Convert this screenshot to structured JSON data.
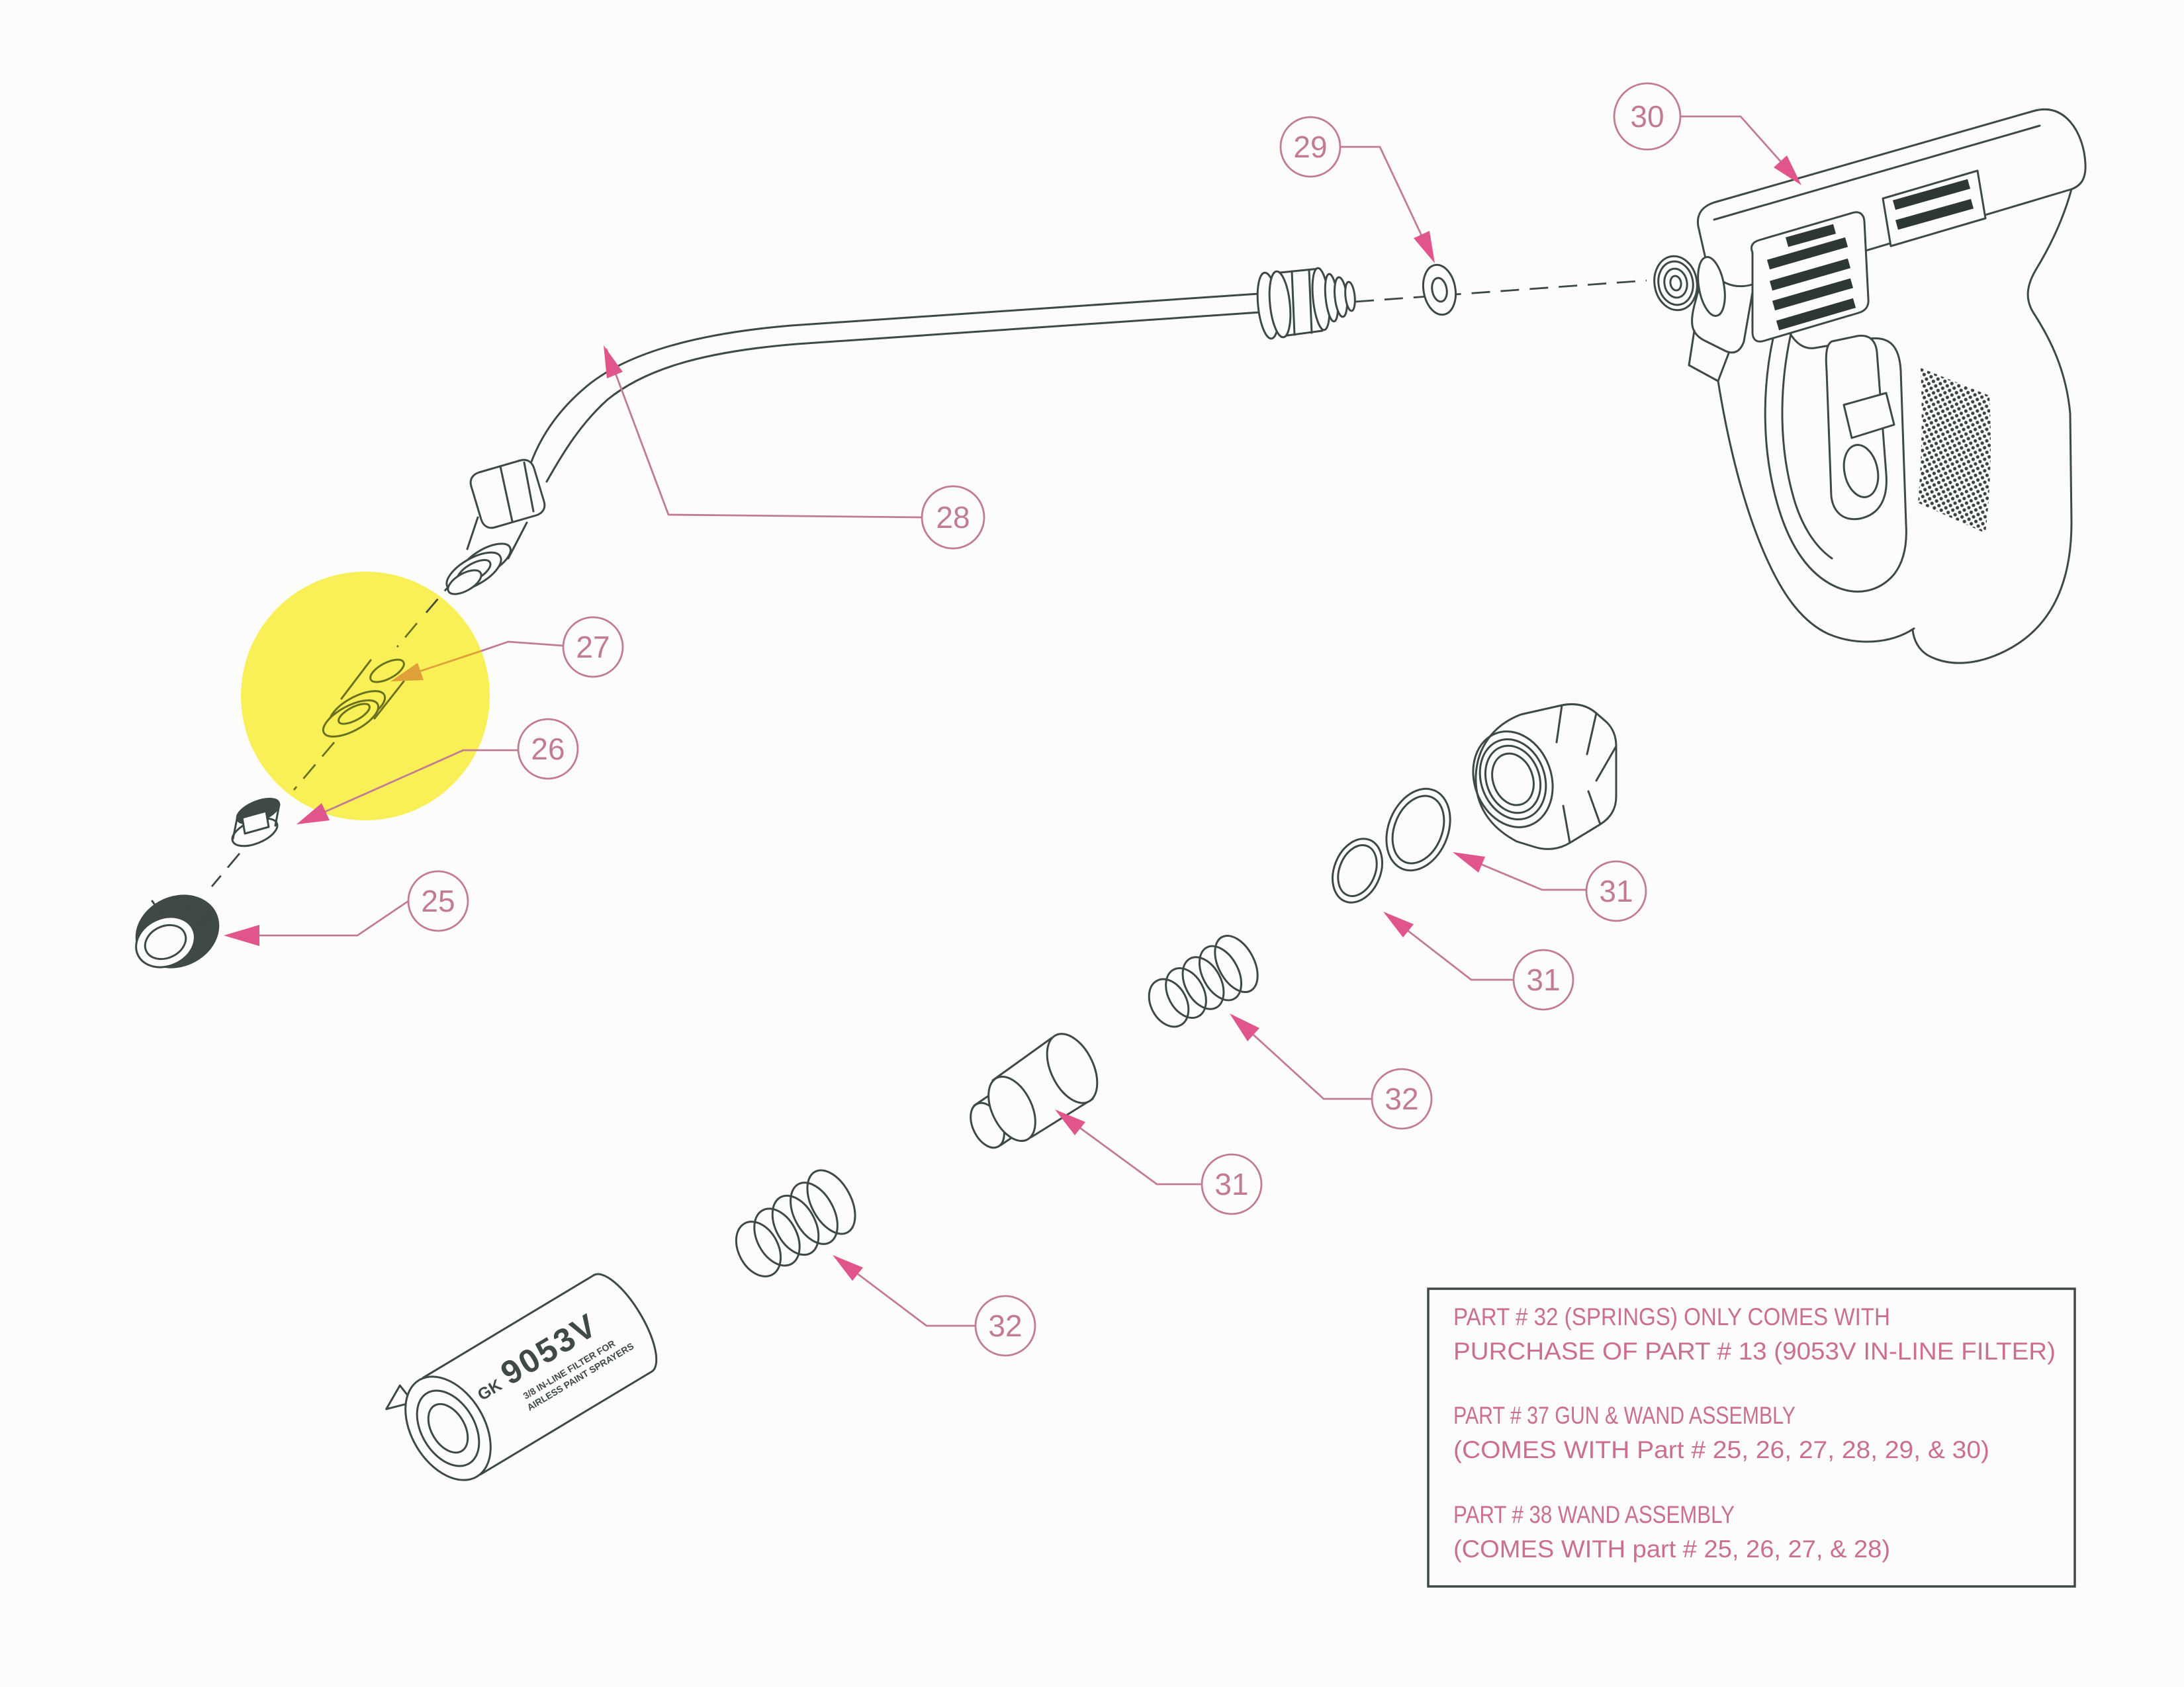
{
  "callouts": [
    {
      "label": "25"
    },
    {
      "label": "26"
    },
    {
      "label": "27"
    },
    {
      "label": "28"
    },
    {
      "label": "29"
    },
    {
      "label": "30"
    },
    {
      "label": "31"
    },
    {
      "label": "31"
    },
    {
      "label": "31"
    },
    {
      "label": "32"
    },
    {
      "label": "32"
    }
  ],
  "notes_box": {
    "notes": [
      {
        "line1": "PART # 32 (SPRINGS) ONLY COMES WITH",
        "line2": "PURCHASE OF PART # 13 (9053V IN-LINE FILTER)"
      },
      {
        "line1": "PART # 37 GUN & WAND ASSEMBLY",
        "line2": "(COMES WITH Part # 25, 26, 27, 28, 29, & 30)"
      },
      {
        "line1": "PART # 38 WAND ASSEMBLY",
        "line2": "(COMES WITH part # 25, 26, 27, & 28)"
      }
    ]
  },
  "filter": {
    "model": "9053V",
    "logo_text": "GK",
    "caption_line1": "3/8 IN-LINE FILTER FOR",
    "caption_line2": "AIRLESS PAINT SPRAYERS"
  },
  "highlight": {
    "shape": "circle",
    "color": "#f8f056",
    "over_callout": "27"
  },
  "colors": {
    "background": "#fcfcfa",
    "line_art": "#3d4a43",
    "dark_fill": "#3f4a44",
    "callout_pink": "#c27b95",
    "arrow_pink": "#e0558c",
    "note_text_pink": "#ca6f8e",
    "highlight_yellow": "#f8f056",
    "highlight_line_olive": "#6a711f",
    "highlight_arrow_orange": "#df9f39"
  }
}
